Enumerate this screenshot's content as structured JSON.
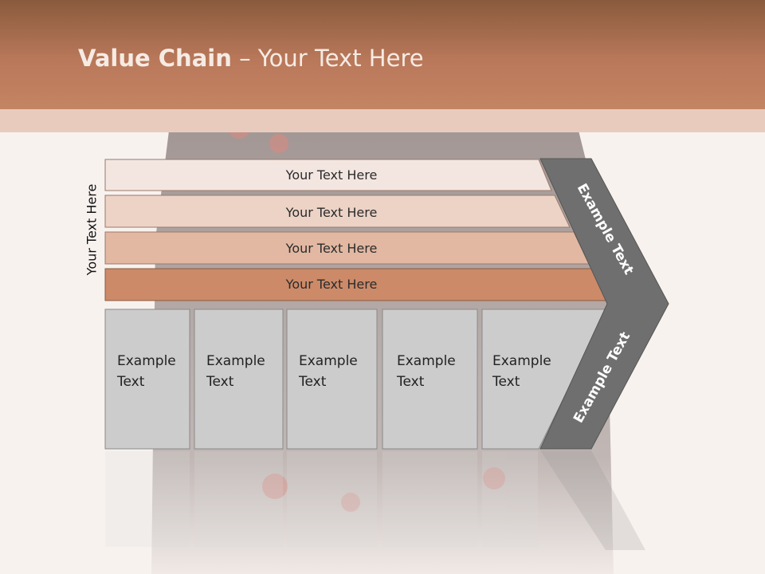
{
  "title": {
    "bold": "Value Chain",
    "rest": " – Your Text Here"
  },
  "side_label": "Your Text Here",
  "bars": [
    {
      "label": "Your Text Here",
      "color": "#f3e6e1"
    },
    {
      "label": "Your Text Here",
      "color": "#ecd3c6"
    },
    {
      "label": "Your Text Here",
      "color": "#e2b8a3"
    },
    {
      "label": "Your Text Here",
      "color": "#cc8a69"
    }
  ],
  "activities": [
    {
      "line1": "Example",
      "line2": "Text"
    },
    {
      "line1": "Example",
      "line2": "Text"
    },
    {
      "line1": "Example",
      "line2": "Text"
    },
    {
      "line1": "Example",
      "line2": "Text"
    },
    {
      "line1": "Example",
      "line2": "Text"
    }
  ],
  "chevron": {
    "upper": "Example Text",
    "lower": "Example Text",
    "color": "#6f6f6f"
  },
  "colors": {
    "header": "#b9785a",
    "band": "#e9cbbe",
    "box": "#cccccc",
    "background": "#f8f2ef"
  }
}
